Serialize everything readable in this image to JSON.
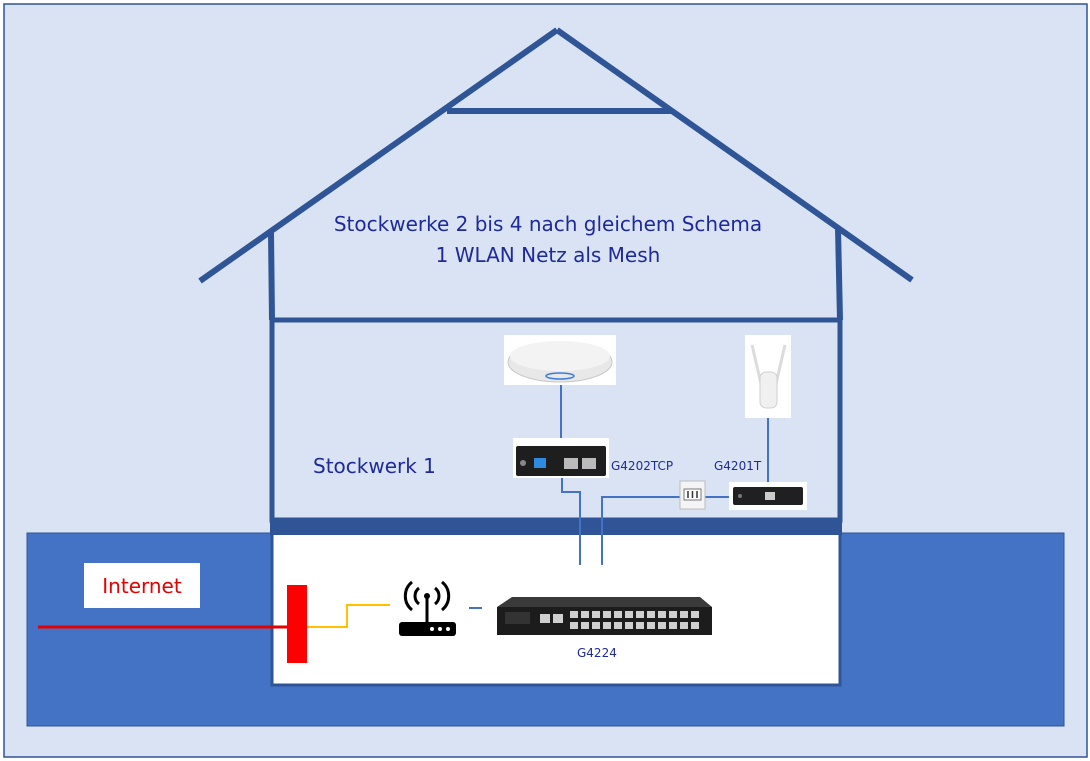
{
  "house": {
    "title_line1": "Stockwerke 2 bis 4 nach gleichem Schema",
    "title_line2": "1 WLAN Netz als Mesh",
    "floor1_label": "Stockwerk 1"
  },
  "internet": {
    "label": "Internet"
  },
  "devices": {
    "g4202tcp": "G4202TCP",
    "g4201t": "G4201T",
    "g4224": "G4224"
  },
  "colors": {
    "background": "#dae3f3",
    "ground": "#4472c4",
    "house_line": "#2f5597",
    "internet_line": "#e60000",
    "cable_yellow": "#ffc000",
    "cable_blue": "#4472c4",
    "text_dark_blue": "#1f2a9a"
  }
}
